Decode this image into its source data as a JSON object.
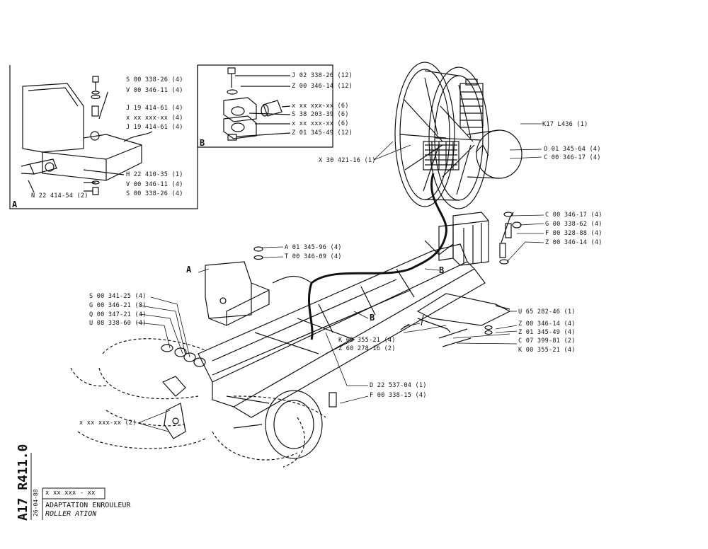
{
  "panel_a": {
    "letter": "A",
    "labels": {
      "a1": "S 00 338-26 (4)",
      "a2": "V 00 346-11 (4)",
      "a3": "J 19 414-61 (4)",
      "a4": "x xx xxx-xx (4)",
      "a5": "J 19 414-61 (4)",
      "a6": "H 22 410-35 (1)",
      "a7": "V 00 346-11 (4)",
      "a8": "S 00 338-26 (4)",
      "a9": "N 22 414-54 (2)"
    }
  },
  "panel_b": {
    "letter": "B",
    "labels": {
      "b1": "J 02 338-26 (12)",
      "b2": "Z 00 346-14 (12)",
      "b3": "x xx xxx-xx (6)",
      "b4": "S 38 203-39 (6)",
      "b5": "x xx xxx-xx (6)",
      "b6": "Z 01 345-49 (12)"
    }
  },
  "main": {
    "labels": {
      "m1": "K17  L436 (1)",
      "m2": "X 30 421-16 (1)",
      "m3": "O 01 345-64 (4)",
      "m4": "C 00 346-17 (4)",
      "m5": "C 00 346-17 (4)",
      "m6": "G 00 338-62 (4)",
      "m7": "F 00 328-88 (4)",
      "m8": "Z 00 346-14 (4)",
      "m9": "A 01 345-96 (4)",
      "m10": "T 00 346-09 (4)",
      "m11": "S 00 341-25 (4)",
      "m12": "G 00 346-21 (8)",
      "m13": "Q 00 347-21 (4)",
      "m14": "U 08 338-60 (4)",
      "m15": "U 65 282-46 (1)",
      "m16": "Z 00 346-14 (4)",
      "m17": "Z 01 345-49 (4)",
      "m18": "C 07 399-81 (2)",
      "m19": "K 00 355-21 (4)",
      "m20": "K 00 355-21 (4)",
      "m21": "Z 60 278-16 (2)",
      "m22": "D 22 537-04 (1)",
      "m23": "F 00 338-15 (4)",
      "m24": "x xx xxx-xx (2)"
    },
    "callouts": {
      "a": "A",
      "b1": "B",
      "b2": "B"
    }
  },
  "title_block": {
    "sheet_code": "A17  R411.0",
    "date": "26-04-88",
    "ref": "x xx xxx - xx",
    "title_fr": "ADAPTATION ENROULEUR",
    "title_en": "ROLLER     ATION"
  }
}
